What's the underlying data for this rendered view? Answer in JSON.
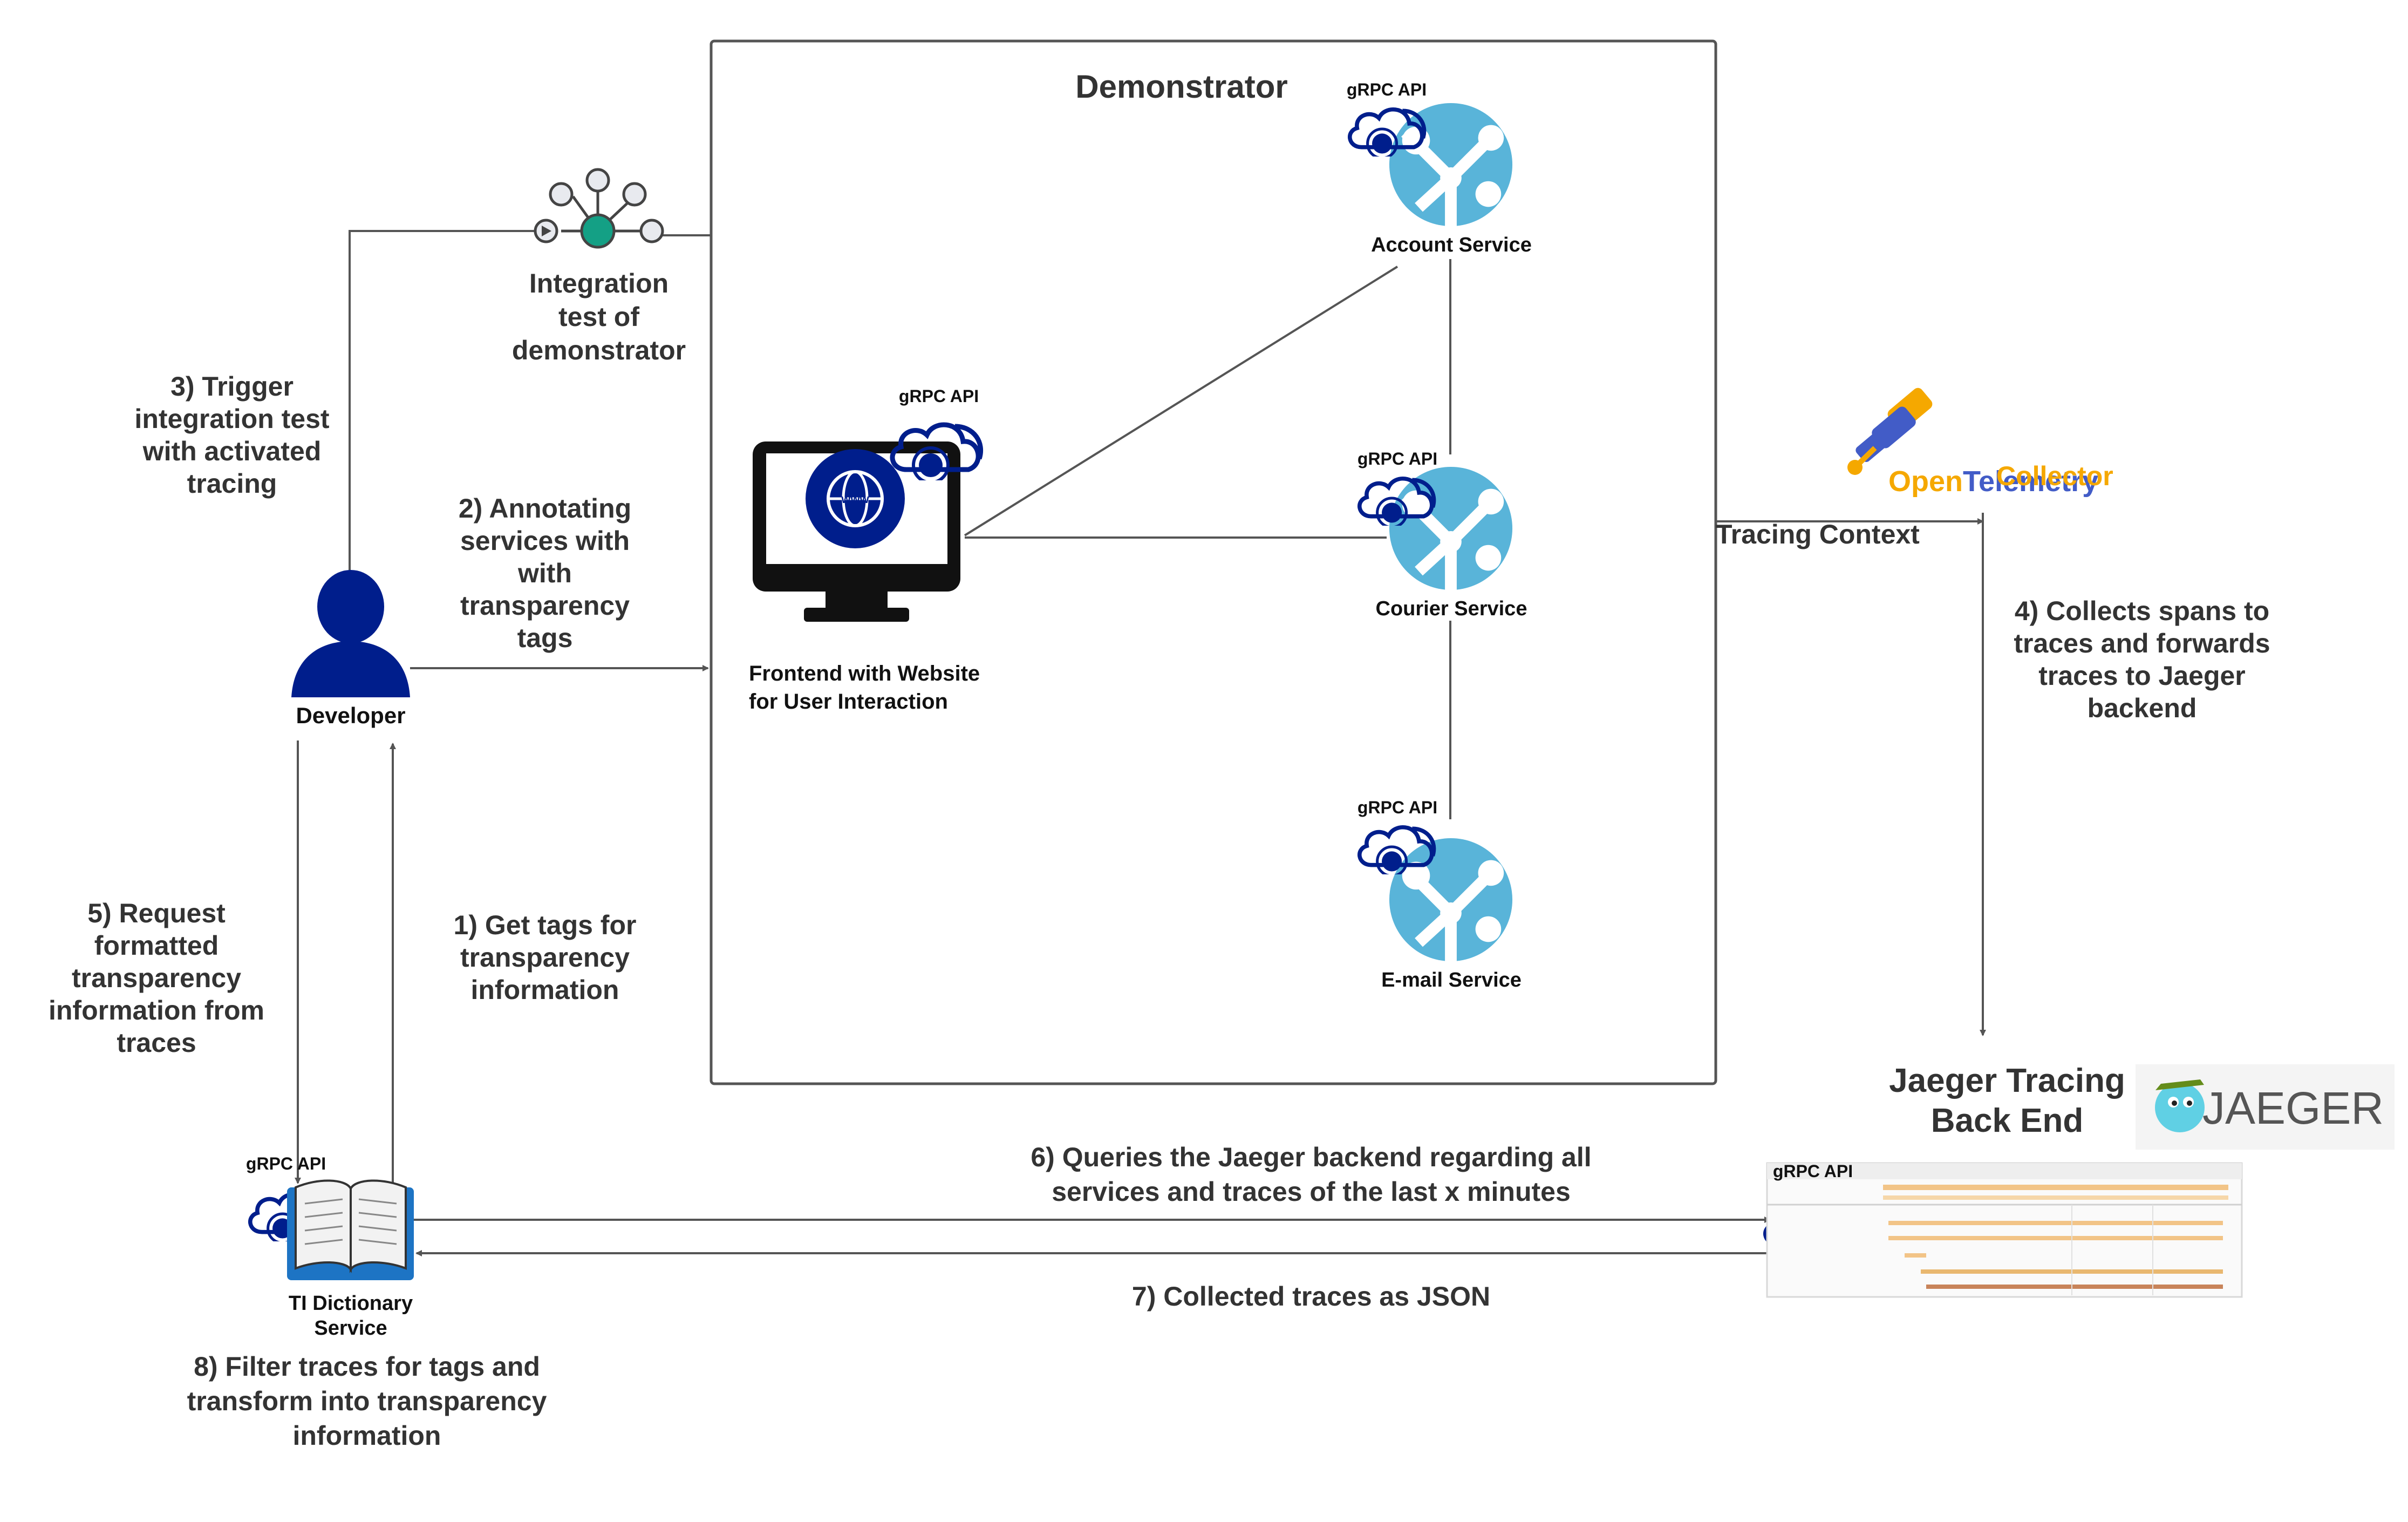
{
  "demonstrator": {
    "title": "Demonstrator"
  },
  "integration_test": {
    "label": "Integration\ntest of\ndemonstrator"
  },
  "developer": {
    "label": "Developer"
  },
  "frontend": {
    "label": "Frontend with Website\nfor User Interaction",
    "api_label": "gRPC API",
    "globe_text": "www"
  },
  "services": {
    "account": {
      "label": "Account Service",
      "api_label": "gRPC API"
    },
    "courier": {
      "label": "Courier Service",
      "api_label": "gRPC API"
    },
    "email": {
      "label": "E-mail Service",
      "api_label": "gRPC API"
    }
  },
  "ti_dictionary": {
    "label": "TI Dictionary\nService",
    "api_label": "gRPC API"
  },
  "otel": {
    "name_open": "Open",
    "name_telemetry": "Telemetry",
    "collector": "Collector"
  },
  "jaeger": {
    "title": "Jaeger Tracing\nBack End",
    "logo_text": "JAEGER",
    "api_label": "gRPC API"
  },
  "steps": {
    "s1": "1) Get tags for\ntransparency\ninformation",
    "s2": "2) Annotating\nservices with\nwith\ntransparency\ntags",
    "s3": "3) Trigger\nintegration test\nwith activated\ntracing",
    "s4": "4) Collects spans to\ntraces and forwards\ntraces to Jaeger\nbackend",
    "s5": "5) Request\nformatted\ntransparency\ninformation from\ntraces",
    "s6": "6) Queries the Jaeger backend regarding all\nservices and traces of the last x minutes",
    "s7": "7) Collected traces as JSON",
    "s8": "8) Filter traces for tags and\ntransform into transparency\ninformation",
    "tracing_context": "Tracing Context"
  },
  "colors": {
    "accent_blue": "#001e8c",
    "azure_blue": "#59b4d9",
    "otel_orange": "#f5a800",
    "otel_blue": "#425cc7",
    "teal": "#14a085",
    "line": "#555555"
  }
}
